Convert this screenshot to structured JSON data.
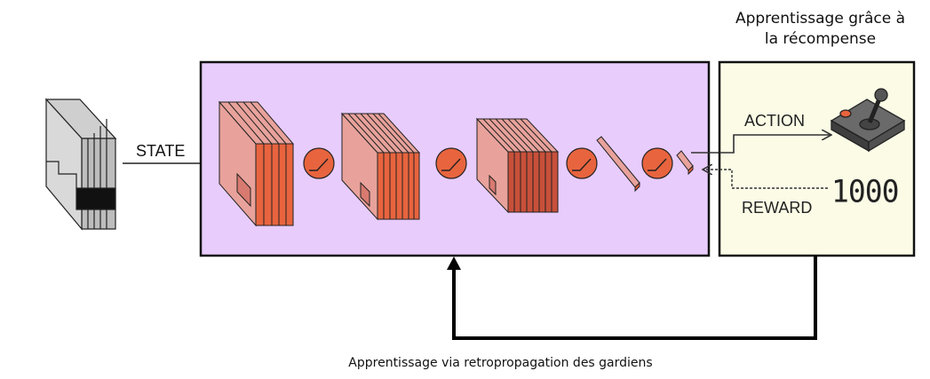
{
  "title_lines": [
    "Apprentissage grâce à",
    "la récompense"
  ],
  "labels": {
    "state": "STATE",
    "action": "ACTION",
    "reward": "REWARD",
    "score": "1000",
    "bottom_caption": "Apprentissage via retropropagation des gardiens"
  },
  "colors": {
    "network_bg": "#e8ccfb",
    "reward_bg": "#fbfbe6",
    "layer_face": "#e8a29b",
    "activation": "#e8643e"
  },
  "icons": [
    "screen-stack-icon",
    "joystick-icon",
    "activation-icon"
  ]
}
